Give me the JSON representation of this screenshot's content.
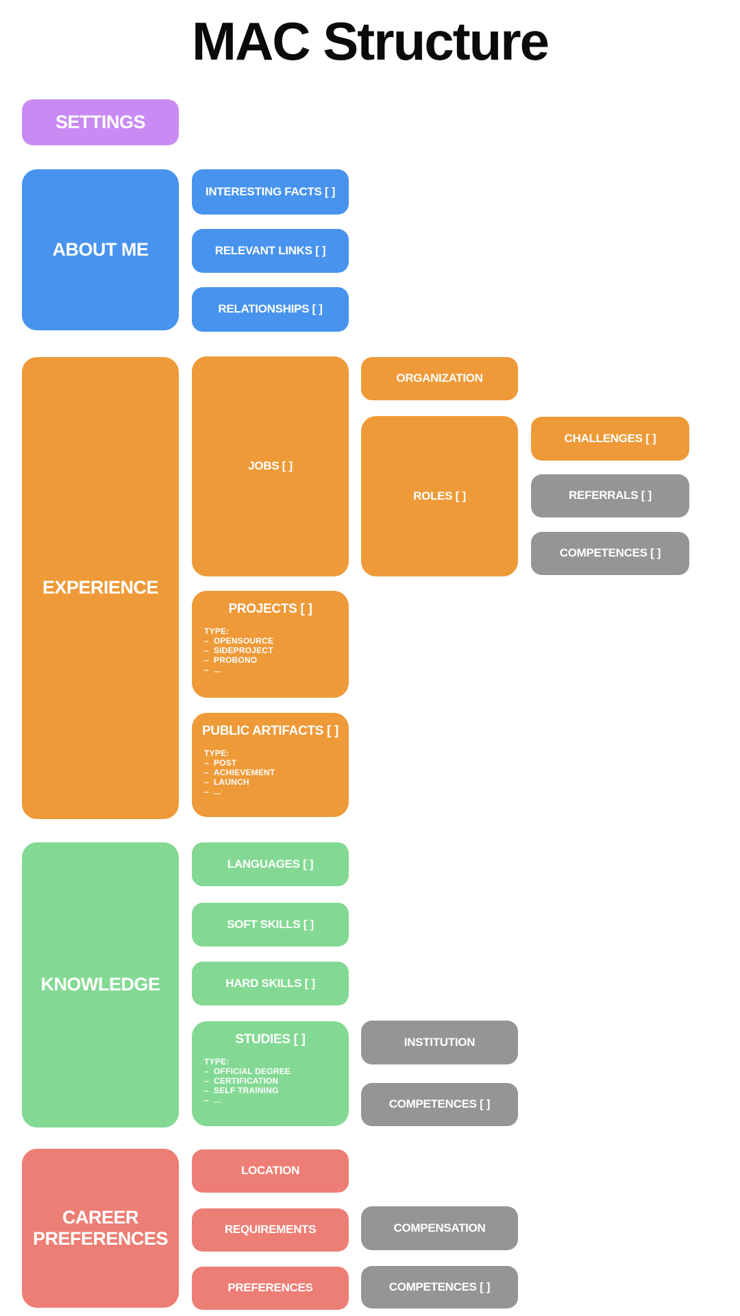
{
  "page": {
    "title": "MAC Structure"
  },
  "colors": {
    "purple": "#c98bf3",
    "blue": "#4793ee",
    "orange": "#ee9a38",
    "green": "#83d993",
    "salmon": "#ed7e75",
    "gray": "#959595",
    "node_text": "#ffffff",
    "title_text": "#0a0a0a"
  },
  "list_dash": "–",
  "nodes": {
    "settings": {
      "label": "SETTINGS"
    },
    "about_me": {
      "label": "ABOUT ME"
    },
    "interesting_facts": {
      "label": "INTERESTING FACTS [ ]"
    },
    "relevant_links": {
      "label": "RELEVANT LINKS [ ]"
    },
    "relationships": {
      "label": "RELATIONSHIPS [ ]"
    },
    "experience": {
      "label": "EXPERIENCE"
    },
    "jobs": {
      "label": "JOBS [ ]"
    },
    "organization": {
      "label": "ORGANIZATION"
    },
    "roles": {
      "label": "ROLES [ ]"
    },
    "challenges": {
      "label": "CHALLENGES [ ]"
    },
    "referrals": {
      "label": "REFERRALS [ ]"
    },
    "roles_competences": {
      "label": "COMPETENCES [ ]"
    },
    "projects": {
      "label": "PROJECTS [ ]",
      "type_label": "TYPE:",
      "types": [
        "OPENSOURCE",
        "SIDEPROJECT",
        "PROBONO",
        "..."
      ]
    },
    "public_artifacts": {
      "label": "PUBLIC ARTIFACTS [ ]",
      "type_label": "TYPE:",
      "types": [
        "POST",
        "ACHIEVEMENT",
        "LAUNCH",
        "..."
      ]
    },
    "knowledge": {
      "label": "KNOWLEDGE"
    },
    "languages": {
      "label": "LANGUAGES [ ]"
    },
    "soft_skills": {
      "label": "SOFT SKILLS [ ]"
    },
    "hard_skills": {
      "label": "HARD SKILLS [ ]"
    },
    "studies": {
      "label": "STUDIES [ ]",
      "type_label": "TYPE:",
      "types": [
        "OFFICIAL DEGREE",
        "CERTIFICATION",
        "SELF TRAINING",
        "..."
      ]
    },
    "institution": {
      "label": "INSTITUTION"
    },
    "studies_competences": {
      "label": "COMPETENCES [ ]"
    },
    "career_preferences": {
      "label": "CAREER PREFERENCES"
    },
    "location": {
      "label": "LOCATION"
    },
    "requirements": {
      "label": "REQUIREMENTS"
    },
    "preferences": {
      "label": "PREFERENCES"
    },
    "compensation": {
      "label": "COMPENSATION"
    },
    "career_competences": {
      "label": "COMPETENCES [ ]"
    }
  }
}
